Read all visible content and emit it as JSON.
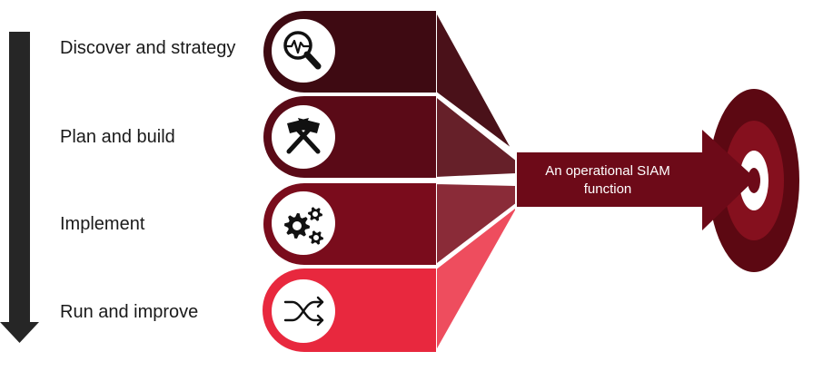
{
  "process": {
    "stages": [
      {
        "label": "Discover and strategy",
        "icon": "magnifier-pulse-icon",
        "color": "#3e0a12"
      },
      {
        "label": "Plan and build",
        "icon": "hammers-icon",
        "color": "#5a0a17"
      },
      {
        "label": "Implement",
        "icon": "gears-icon",
        "color": "#7a0c1c"
      },
      {
        "label": "Run and improve",
        "icon": "shuffle-arrows-icon",
        "color": "#e8283e"
      }
    ]
  },
  "result": {
    "text": "An operational SIAM function",
    "arrow_color": "#6d0a18"
  },
  "colors": {
    "timeline_arrow": "#262626",
    "target_outer": "#5c0812",
    "target_middle": "#85101e",
    "target_inner": "#ffffff",
    "target_center": "#6d0a18",
    "funnel": [
      "#4a1119",
      "#662029",
      "#8a2b38",
      "#ee4d5e"
    ]
  }
}
